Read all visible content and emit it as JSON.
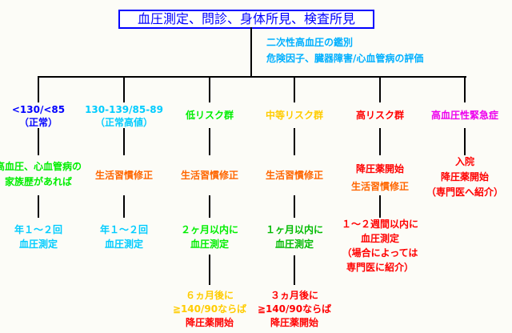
{
  "title": "血圧測定、問診、身体所見、検査所見",
  "notes": [
    "二次性高血圧の鑑別",
    "危険因子、臓器障害/心血管病の評価"
  ],
  "colors": {
    "blue": "#0000ff",
    "cyan": "#00ccff",
    "green": "#00ee00",
    "dark_green": "#00bb00",
    "yellow": "#ffcc00",
    "red": "#ff0000",
    "orange": "#ff6600",
    "magenta": "#ee00ee"
  },
  "columns": [
    {
      "header": [
        "<130/<85",
        "（正常）"
      ],
      "step1": [
        "高血圧、心血管病の",
        "家族歴があれば"
      ],
      "step2": [
        "年１～２回",
        "血圧測定"
      ]
    },
    {
      "header": [
        "130-139/85-89",
        "（正常高値）"
      ],
      "step1": [
        "生活習慣修正"
      ],
      "step2": [
        "年１～２回",
        "血圧測定"
      ]
    },
    {
      "header": [
        "低リスク群"
      ],
      "step1": [
        "生活習慣修正"
      ],
      "step2": [
        "２ヶ月以内に",
        "血圧測定"
      ],
      "step3": [
        "６ヵ月後に",
        "≧140/90ならば",
        "降圧薬開始"
      ]
    },
    {
      "header": [
        "中等リスク群"
      ],
      "step1": [
        "生活習慣修正"
      ],
      "step2": [
        "１ヶ月以内に",
        "血圧測定"
      ],
      "step3": [
        "３ヵ月後に",
        "≧140/90ならば",
        "降圧薬開始"
      ]
    },
    {
      "header": [
        "高リスク群"
      ],
      "step1": [
        "降圧薬開始",
        "生活習慣修正"
      ],
      "step2": [
        "１～２週間以内に",
        "血圧測定",
        "（場合によっては",
        "専門医に紹介）"
      ]
    },
    {
      "header": [
        "高血圧性緊急症"
      ],
      "step1": [
        "入院",
        "降圧薬開始",
        "（専門医へ紹介）"
      ]
    }
  ]
}
